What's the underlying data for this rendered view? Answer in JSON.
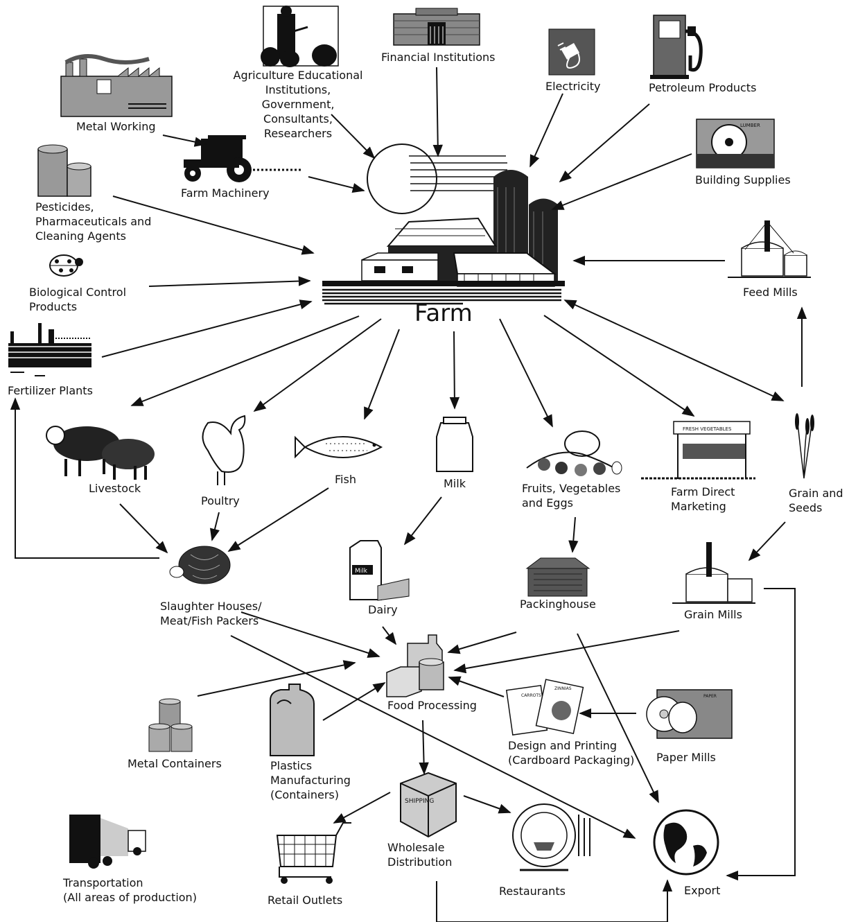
{
  "title": "Farm",
  "inputs": {
    "metal_working": "Metal Working",
    "ag_education": "Agriculture Educational\nInstitutions, Government,\nConsultants, Researchers",
    "financial": "Financial Institutions",
    "electricity": "Electricity",
    "petroleum": "Petroleum Products",
    "building_supplies": "Building Supplies",
    "farm_machinery": "Farm Machinery",
    "pesticides": "Pesticides,\nPharmaceuticals and\nCleaning Agents",
    "biological_control": "Biological Control\nProducts",
    "fertilizer": "Fertilizer Plants",
    "feed_mills": "Feed Mills"
  },
  "products": {
    "livestock": "Livestock",
    "poultry": "Poultry",
    "fish": "Fish",
    "milk": "Milk",
    "fruits_veg": "Fruits, Vegetables\nand Eggs",
    "farm_direct": "Farm Direct\nMarketing",
    "grain_seeds": "Grain and\nSeeds"
  },
  "processing": {
    "slaughter": "Slaughter Houses/\nMeat/Fish Packers",
    "dairy": "Dairy",
    "packinghouse": "Packinghouse",
    "grain_mills": "Grain Mills",
    "food_processing": "Food Processing",
    "metal_containers": "Metal Containers",
    "plastics": "Plastics\nManufacturing\n(Containers)",
    "design_printing": "Design and Printing\n(Cardboard Packaging)",
    "paper_mills": "Paper Mills"
  },
  "distribution": {
    "transportation": "Transportation\n(All areas of production)",
    "retail": "Retail Outlets",
    "wholesale": "Wholesale\nDistribution",
    "restaurants": "Restaurants",
    "export": "Export"
  },
  "icon_labels": {
    "building_word": "LUMBER",
    "paper_word": "PAPER",
    "milk_word": "Milk",
    "shipping_word": "SHIPPING",
    "produce_sign": "FRESH VEGETABLES",
    "seed_packet_1": "CARROTS",
    "seed_packet_2": "ZINNIAS"
  }
}
